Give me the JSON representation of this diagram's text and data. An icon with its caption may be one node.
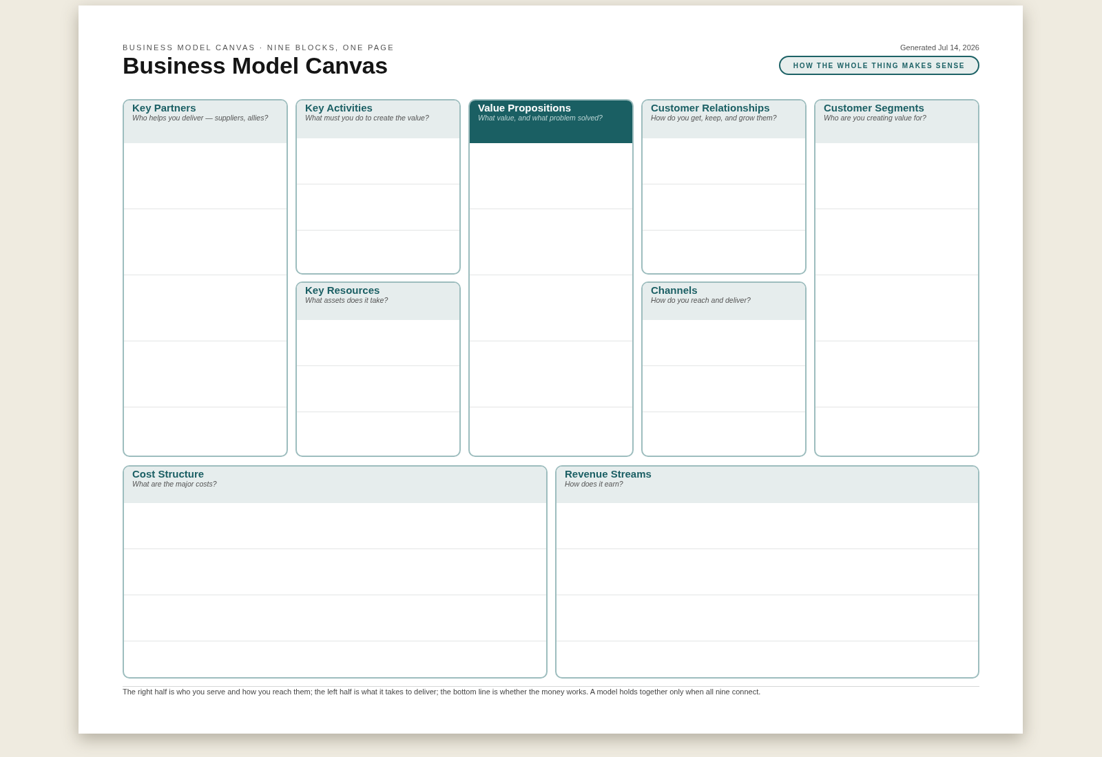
{
  "diagram": {
    "title": "Business Model Canvas",
    "caption": "The right half is who you serve and how you reach them; the left half is what it takes to deliver; the bottom line is whether the money works. A model holds together only when all nine connect.",
    "nodes": [
      {
        "text": [
          "HOW THE WHOLE THING MAKES SENSE"
        ]
      },
      {
        "text": [
          "Key Partners",
          "Who helps you deliver — suppliers, allies?"
        ]
      },
      {
        "text": [
          "Key Activities",
          "What must you do to create the value?"
        ]
      },
      {
        "text": [
          "Value Propositions",
          "What value, and what problem solved?"
        ]
      },
      {
        "text": [
          "Customer Relationships",
          "How do you get, keep, and grow them?"
        ]
      },
      {
        "text": [
          "Customer Segments",
          "Who are you creating value for?"
        ]
      },
      {
        "text": [
          "Key Resources",
          "What assets does it take?"
        ]
      },
      {
        "text": [
          "Channels",
          "How do you reach and deliver?"
        ]
      },
      {
        "text": [
          "Cost Structure",
          "What are the major costs?"
        ]
      },
      {
        "text": [
          "Revenue Streams",
          "How does it earn?"
        ]
      }
    ],
    "labels": [
      "BUSINESS MODEL CANVAS · NINE BLOCKS, ONE PAGE",
      "Generated Jul 14, 2026"
    ]
  }
}
